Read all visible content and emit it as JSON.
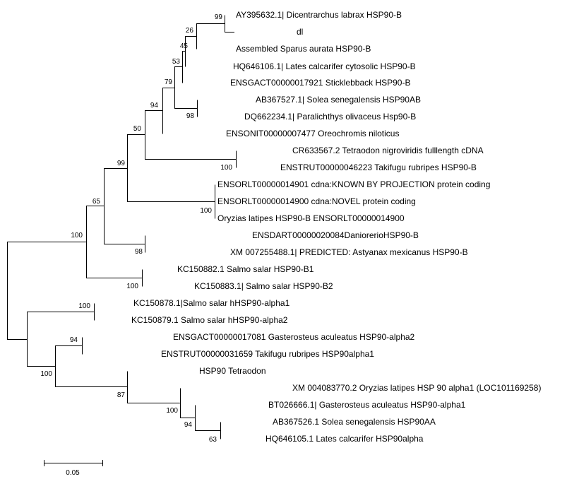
{
  "tree": {
    "leaves": [
      "AY395632.1| Dicentrarchus labrax HSP90-B",
      "dl",
      "Assembled Sparus aurata HSP90-B",
      "HQ646106.1| Lates calcarifer cytosolic HSP90-B",
      "ENSGACT00000017921 Sticklebback HSP90-B",
      "AB367527.1| Solea senegalensis HSP90AB",
      "DQ662234.1| Paralichthys olivaceus Hsp90-B",
      "ENSONIT00000007477 Oreochromis niloticus",
      "CR633567.2 Tetraodon nigroviridis fulllength cDNA",
      "ENSTRUT00000046223 Takifugu rubripes HSP90-B",
      "ENSORLT00000014901 cdna:KNOWN BY PROJECTION protein coding",
      "ENSORLT00000014900 cdna:NOVEL protein coding",
      "Oryzias latipes HSP90-B ENSORLT00000014900",
      "ENSDART00000020084DaniorerioHSP90-B",
      "XM 007255488.1| PREDICTED: Astyanax mexicanus HSP90-B",
      "KC150882.1 Salmo salar HSP90-B1",
      "KC150883.1| Salmo salar HSP90-B2",
      "KC150878.1|Salmo salar hHSP90-alpha1",
      "KC150879.1 Salmo salar hHSP90-alpha2",
      "ENSGACT00000017081 Gasterosteus aculeatus HSP90-alpha2",
      "ENSTRUT00000031659 Takifugu rubripes HSP90alpha1",
      "HSP90 Tetraodon",
      "XM 004083770.2 Oryzias latipes HSP 90 alpha1 (LOC101169258)",
      "BT026666.1| Gasterosteus aculeatus HSP90-alpha1",
      "AB367526.1 Solea senegalensis HSP90AA",
      "HQ646105.1 Lates calcarifer HSP90alpha"
    ],
    "support_values": [
      "99",
      "26",
      "45",
      "53",
      "79",
      "98",
      "94",
      "50",
      "100",
      "99",
      "100",
      "65",
      "98",
      "100",
      "100",
      "100",
      "94",
      "63",
      "94",
      "100",
      "87",
      "100"
    ],
    "scale_bar": {
      "label": "0.05",
      "value": 0.05
    }
  }
}
